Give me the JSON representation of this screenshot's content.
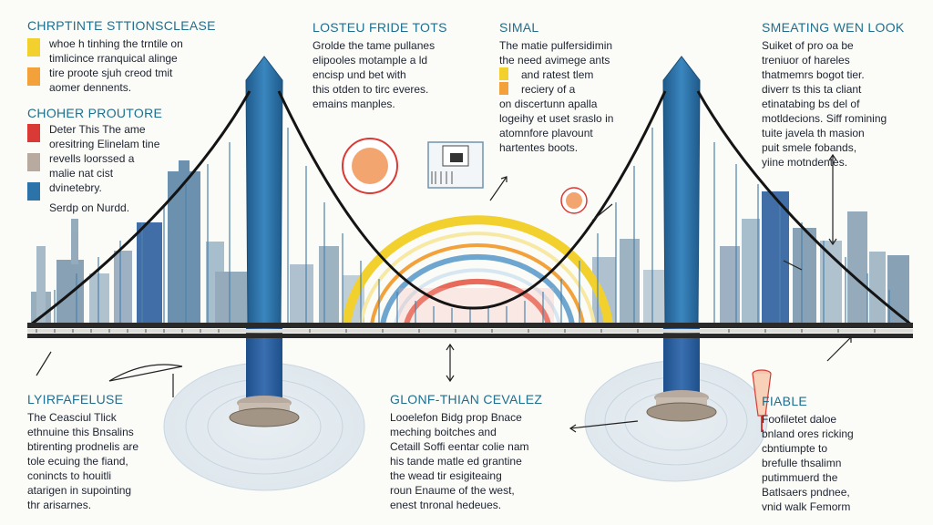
{
  "colors": {
    "tower": "#2b73a8",
    "tower_dark": "#1f5a8a",
    "cable": "#141414",
    "deck": "#2a2a2a",
    "skyline_light": "#9fb8c8",
    "skyline_mid": "#6f93ad",
    "accent_blue": "#2f5fa0",
    "accent_orange": "#f3a13a",
    "accent_yellow": "#f2d12e",
    "accent_red": "#d93a35",
    "accent_taupe": "#b8aa9e",
    "heading": "#1f6f8e"
  },
  "top_left": {
    "heading": "CHRPTINTE STTIONSCLEASE",
    "lines": [
      "whoe h tinhing the trntile on",
      "timlicince rranquical alinge",
      "tire proote sjuh creod tmit",
      "aomer dennents."
    ],
    "swatches": [
      "#f2d12e",
      "#f3a13a"
    ]
  },
  "mid_left": {
    "heading": "CHOHER PROUTORE",
    "lines": [
      "Deter This The ame",
      "oresitring Elinelam tine",
      "revells loorssed a",
      "malie nat cist",
      "dvinetebry.",
      "Serdp on Nurdd."
    ],
    "swatches": [
      "#d93a35",
      "#b8aa9e",
      "#2b73a8"
    ]
  },
  "top_center": {
    "heading": "LOSTEU FRIDE TOTS",
    "lines": [
      "Grolde the tame pullanes",
      "elipooles motample a ld",
      "encisp und bet with",
      "this otden to tirc everes.",
      "emains manples."
    ]
  },
  "top_center_right": {
    "heading": "SIMAL",
    "lines": [
      "The matie pulfersidimin",
      "the need avimege ants",
      "and ratest tlem",
      "reciery of a",
      "on discertunn apalla",
      "logeihy et uset sraslo in",
      "atomnfore plavount",
      "hartentes boots."
    ],
    "swatches": [
      "#f2d12e",
      "#f3a13a"
    ]
  },
  "top_right": {
    "heading": "SMEATING WEN LOOK",
    "lines": [
      "Suiket of pro oa be",
      "treniuor of hareles",
      "thatmemrs bogot tier.",
      "diverr ts this ta cliant",
      "etinatabing bs del of",
      "motldecions. Siff romining",
      "tuite javela th masion",
      "puit smele fobands,",
      "yiine motndentes."
    ]
  },
  "bottom_left": {
    "heading": "LYIRFAFELUSE",
    "lines": [
      "The Ceasciul Tlick",
      "ethnuine this Bnsalins",
      "btirenting prodnelis are",
      "tole ecuing the fiand,",
      "conincts to houitli",
      "atarigen in supointing",
      "thr arisarnes."
    ]
  },
  "bottom_center": {
    "heading": "GLONF-THIAN CEVALEZ",
    "lines": [
      "Looelefon Bidg prop Bnace",
      "meching boitches and",
      "Cetaill Soffi eentar colie nam",
      "his tande matle ed grantine",
      "the wead tir esigiteaing",
      "roun Enaume of the west,",
      "enest tnronal hedeues."
    ]
  },
  "bottom_right": {
    "heading": "FIABLE",
    "lines": [
      "Foofiletet daloe",
      "bnland ores ricking",
      "cbntiumpte to",
      "brefulle thsalimn",
      "putimmuerd the",
      "Batlsaers pndnee,",
      "vnid walk Femorm"
    ]
  }
}
